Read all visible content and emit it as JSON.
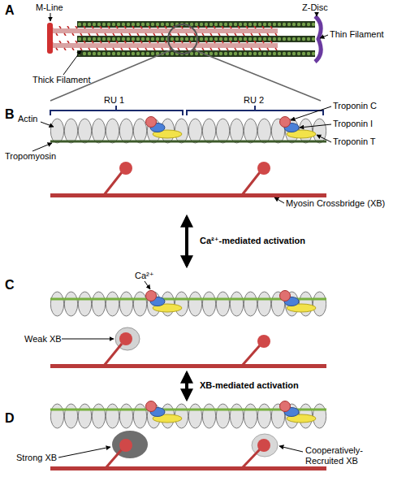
{
  "diagram": {
    "nodes": [
      {
        "text": [
          "A"
        ]
      },
      {
        "text": [
          "B"
        ]
      },
      {
        "text": [
          "C"
        ]
      },
      {
        "text": [
          "D"
        ]
      }
    ],
    "edges": [
      {
        "from": 1,
        "to": 2,
        "arrow": "both",
        "label": "Ca²⁺-mediated activation"
      },
      {
        "from": 2,
        "to": 3,
        "arrow": "both",
        "label": "XB-mediated activation"
      }
    ],
    "labels": [
      "M-Line",
      "Z-Disc",
      "Thin Filament",
      "Thick Filament",
      "RU 1",
      "RU 2",
      "Troponin C",
      "Actin",
      "Troponin I",
      "Troponin T",
      "Tropomyosin",
      "Myosin Crossbridge (XB)",
      "Ca²⁺",
      "Weak XB",
      "Strong XB",
      "Cooperatively-Recruited XB"
    ]
  }
}
